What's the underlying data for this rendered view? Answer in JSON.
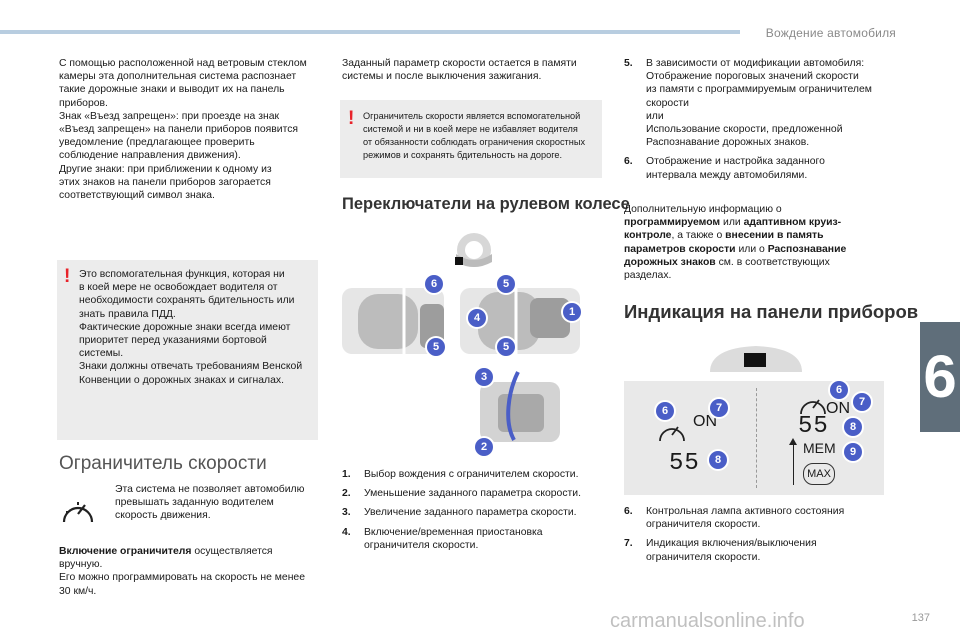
{
  "header": {
    "title": "Вождение автомобиля",
    "chapter": "6",
    "page": "137",
    "watermark": "carmanualsonline.info"
  },
  "col1": {
    "intro": [
      "С помощью расположенной над ветровым стеклом",
      "камеры эта дополнительная система распознает",
      "такие дорожные знаки и выводит их на панель",
      "приборов.",
      "Знак «Въезд запрещен»: при проезде на знак",
      "«Въезд запрещен» на панели приборов появится",
      "уведомление (предлагающее проверить",
      "соблюдение направления движения).",
      "Другие знаки: при приближении к одному из",
      "этих знаков на панели приборов загорается",
      "соответствующий символ знака."
    ],
    "warning": [
      "Это вспомогательная функция, которая ни",
      "в коей мере не освобождает водителя от",
      "необходимости сохранять бдительность или",
      "знать правила ПДД.",
      "Фактические дорожные знаки всегда имеют",
      "приоритет перед указаниями бортовой",
      "системы.",
      "Знаки должны отвечать требованиям Венской",
      "Конвенции о дорожных знаках и сигналах."
    ],
    "section_title": "Ограничитель скорости",
    "limiter_desc": [
      "Эта система не позволяет автомобилю",
      "превышать заданную водителем",
      "скорость движения."
    ],
    "activation_bold": "Включение ограничителя",
    "activation_rest": " осуществляется",
    "activation_lines": [
      "вручную.",
      "Его можно программировать на скорость не менее",
      "30 км/ч."
    ]
  },
  "col2": {
    "intro": [
      "Заданный параметр скорости остается в памяти",
      "системы и после выключения зажигания."
    ],
    "warning": [
      "Ограничитель скорости является вспомогательной",
      "системой и ни в коей мере не избавляет водителя",
      "от обязанности соблюдать ограничения скоростных",
      "режимов и сохранять бдительность на дороге."
    ],
    "section_title": "Переключатели на рулевом колесе",
    "callouts": [
      "1",
      "2",
      "3",
      "4",
      "5",
      "5",
      "5",
      "6"
    ],
    "list": [
      {
        "n": "1.",
        "lines": [
          "Выбор вождения с ограничителем скорости."
        ]
      },
      {
        "n": "2.",
        "lines": [
          "Уменьшение заданного параметра скорости."
        ]
      },
      {
        "n": "3.",
        "lines": [
          "Увеличение заданного параметра скорости."
        ]
      },
      {
        "n": "4.",
        "lines": [
          "Включение/временная приостановка",
          "ограничителя скорости."
        ]
      }
    ]
  },
  "col3": {
    "list_top": [
      {
        "n": "5.",
        "lines": [
          "В зависимости от модификации автомобиля:",
          "Отображение пороговых значений скорости",
          "из памяти с программируемым ограничителем",
          "скорости",
          "или",
          "Использование скорости, предложенной",
          "Распознавание дорожных знаков."
        ]
      },
      {
        "n": "6.",
        "lines": [
          "Отображение и настройка заданного",
          "интервала между автомобилями."
        ]
      }
    ],
    "more_info": {
      "l1": "Дополнительную информацию о",
      "l2a": "программируемом",
      "l2b": " или ",
      "l2c": "адаптивном круиз-",
      "l3a": "контроле",
      "l3b": ", а также о ",
      "l3c": "внесении в память",
      "l4a": "параметров скорости",
      "l4b": " или о ",
      "l4c": "Распознавание",
      "l5a": "дорожных знаков",
      "l5b": " см. в соответствующих",
      "l6": "разделах."
    },
    "section_title": "Индикация на панели приборов",
    "dash_text": {
      "on": "ON",
      "speed": "55",
      "mem": "MEM",
      "max": "MAX"
    },
    "callouts": [
      "6",
      "7",
      "8",
      "6",
      "7",
      "8",
      "9"
    ],
    "list_bottom": [
      {
        "n": "6.",
        "lines": [
          "Контрольная лампа активного состояния",
          "ограничителя скорости."
        ]
      },
      {
        "n": "7.",
        "lines": [
          "Индикация включения/выключения",
          "ограничителя скорости."
        ]
      }
    ]
  },
  "colors": {
    "callout": "#4a5ec7",
    "warning": "#e8232a",
    "panel_gray": "#ececec",
    "tab": "#5f6e7a"
  }
}
